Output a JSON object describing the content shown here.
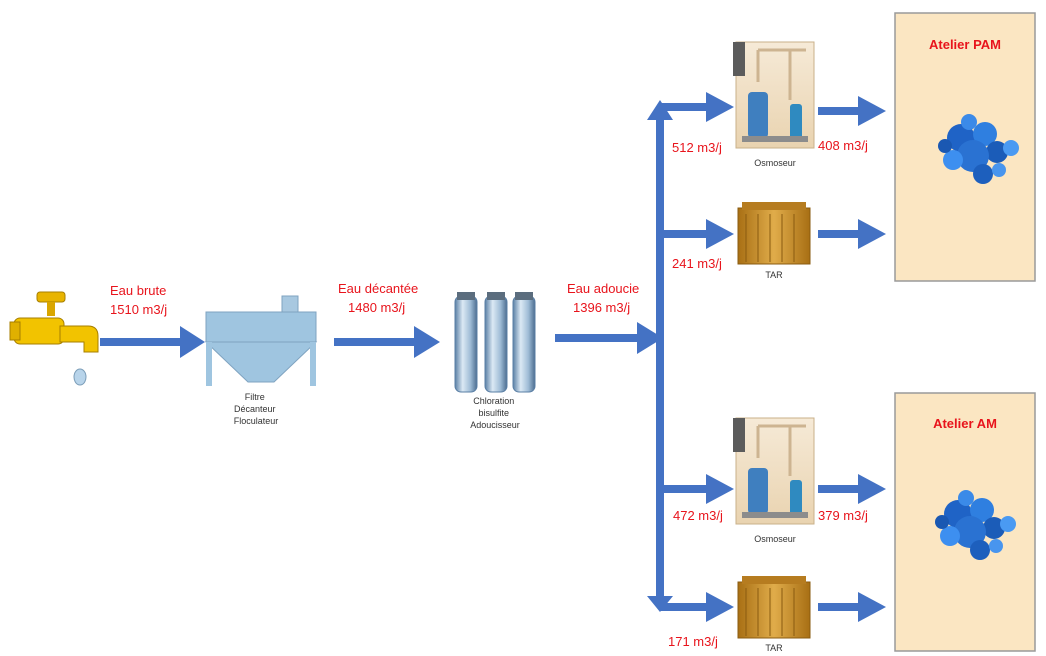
{
  "flows": {
    "raw_water": {
      "name": "Eau brute",
      "value": "1510 m3/j"
    },
    "settled_water": {
      "name": "Eau décantée",
      "value": "1480 m3/j"
    },
    "softened_water": {
      "name": "Eau adoucie",
      "value": "1396 m3/j"
    },
    "osmo_pam_in": "512 m3/j",
    "osmo_pam_out": "408 m3/j",
    "tar_pam_in": "241 m3/j",
    "osmo_am_in": "472 m3/j",
    "osmo_am_out": "379 m3/j",
    "tar_am_in": "171 m3/j"
  },
  "equipment": {
    "filter": [
      "Filtre",
      "Décanteur",
      "Floculateur"
    ],
    "chloration": [
      "Chloration",
      "bisulfite",
      "Adoucisseur"
    ],
    "osmoseur_pam": "Osmoseur",
    "tar_pam": "TAR",
    "osmoseur_am": "Osmoseur",
    "tar_am": "TAR"
  },
  "workshops": {
    "pam": "Atelier PAM",
    "am": "Atelier AM"
  },
  "colors": {
    "arrow": "#4472c4",
    "label": "#e8141c",
    "workshop_bg": "#fbe6c2",
    "tap": "#e8b400",
    "tank": "#9fc5e0",
    "tar": "#c8932b"
  }
}
